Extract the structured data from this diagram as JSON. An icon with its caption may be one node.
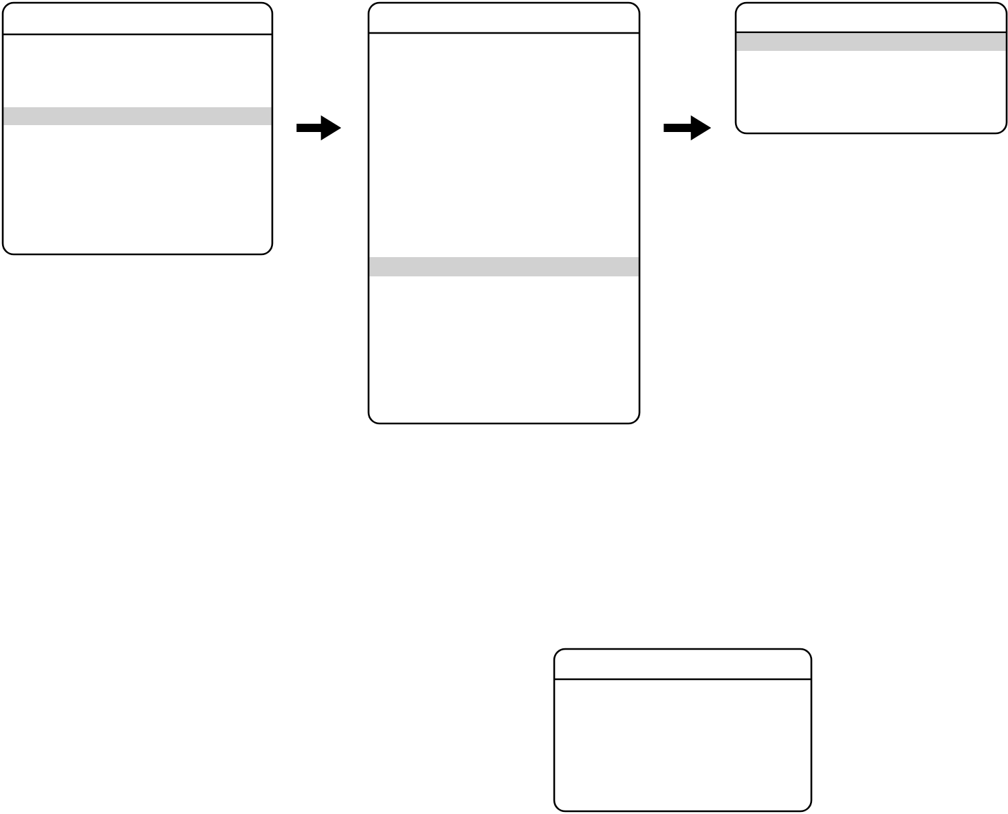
{
  "diagram": {
    "nodes": [
      {
        "text": [],
        "shape": "box"
      },
      {
        "text": [],
        "shape": "box"
      },
      {
        "text": [],
        "shape": "box"
      },
      {
        "text": [],
        "shape": "box"
      }
    ],
    "edges": [
      {
        "from": 0,
        "to": 1,
        "arrow": "to"
      },
      {
        "from": 1,
        "to": 2,
        "arrow": "to"
      }
    ]
  }
}
